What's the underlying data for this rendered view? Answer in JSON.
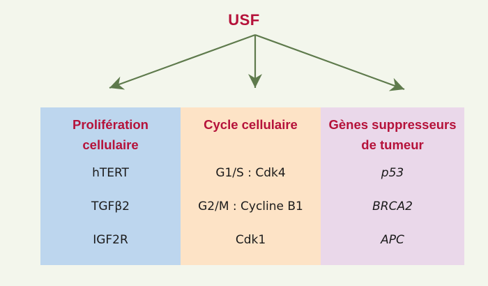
{
  "root": {
    "label": "USF"
  },
  "colors": {
    "root_text": "#b5123a",
    "title_text": "#b5123a",
    "arrow": "#5e7a4c",
    "background": "#f3f6ec",
    "box_proliferation": "#bdd6ee",
    "box_cycle": "#fde3c6",
    "box_suppressors": "#ead8ea"
  },
  "boxes": [
    {
      "title": "Prolifération\ncellulaire",
      "items": [
        "hTERT",
        "TGFβ2",
        "IGF2R"
      ],
      "italic": false
    },
    {
      "title": "Cycle cellulaire",
      "items": [
        "G1/S : Cdk4",
        "G2/M : Cycline B1",
        "Cdk1"
      ],
      "italic": false
    },
    {
      "title": "Gènes suppresseurs\nde tumeur",
      "items": [
        "p53",
        "BRCA2",
        "APC"
      ],
      "italic": true
    }
  ]
}
